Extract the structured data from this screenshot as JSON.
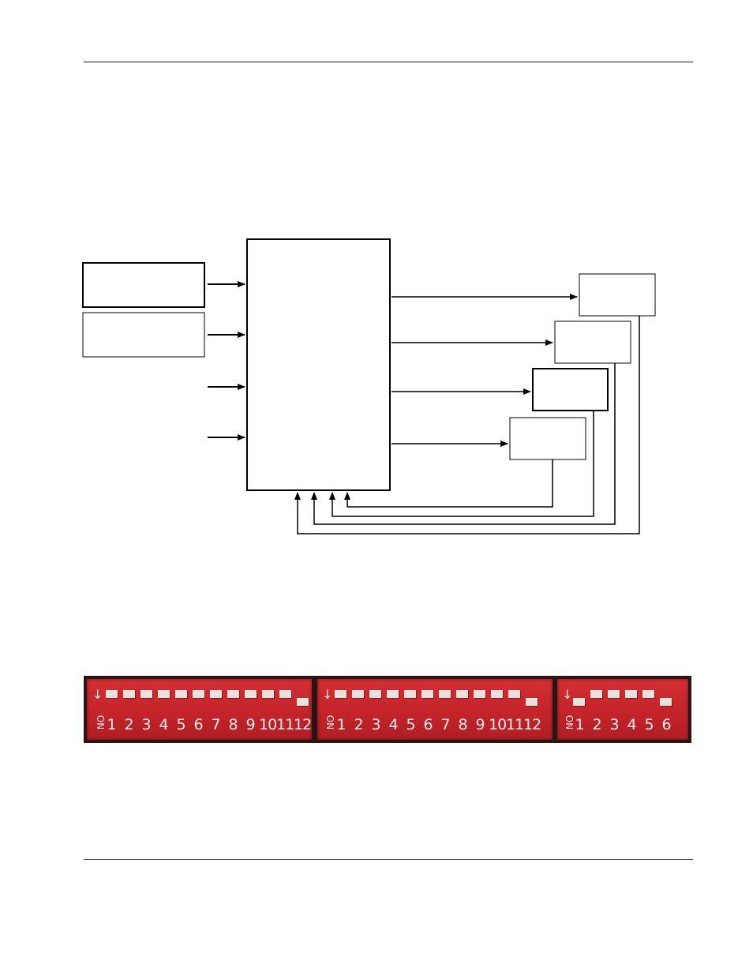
{
  "diagram": {
    "input_blocks": 2,
    "input_arrows": 4,
    "output_blocks": 4,
    "feedback_lines": 4
  },
  "dip_switch_photo": {
    "on_label": "ON",
    "arrow_icon": "down-arrow",
    "body_color": "#c9272c",
    "switch_color": "#e8e2de",
    "banks": [
      {
        "positions": [
          "1",
          "2",
          "3",
          "4",
          "5",
          "6",
          "7",
          "8",
          "9",
          "10",
          "11",
          "12"
        ],
        "states": [
          "on",
          "on",
          "on",
          "on",
          "on",
          "on",
          "on",
          "on",
          "on",
          "on",
          "on",
          "off"
        ]
      },
      {
        "positions": [
          "1",
          "2",
          "3",
          "4",
          "5",
          "6",
          "7",
          "8",
          "9",
          "10",
          "11",
          "12"
        ],
        "states": [
          "on",
          "on",
          "on",
          "on",
          "on",
          "on",
          "on",
          "on",
          "on",
          "on",
          "on",
          "off"
        ]
      },
      {
        "positions": [
          "1",
          "2",
          "3",
          "4",
          "5",
          "6"
        ],
        "states": [
          "off",
          "on",
          "on",
          "on",
          "on",
          "off"
        ]
      }
    ]
  }
}
